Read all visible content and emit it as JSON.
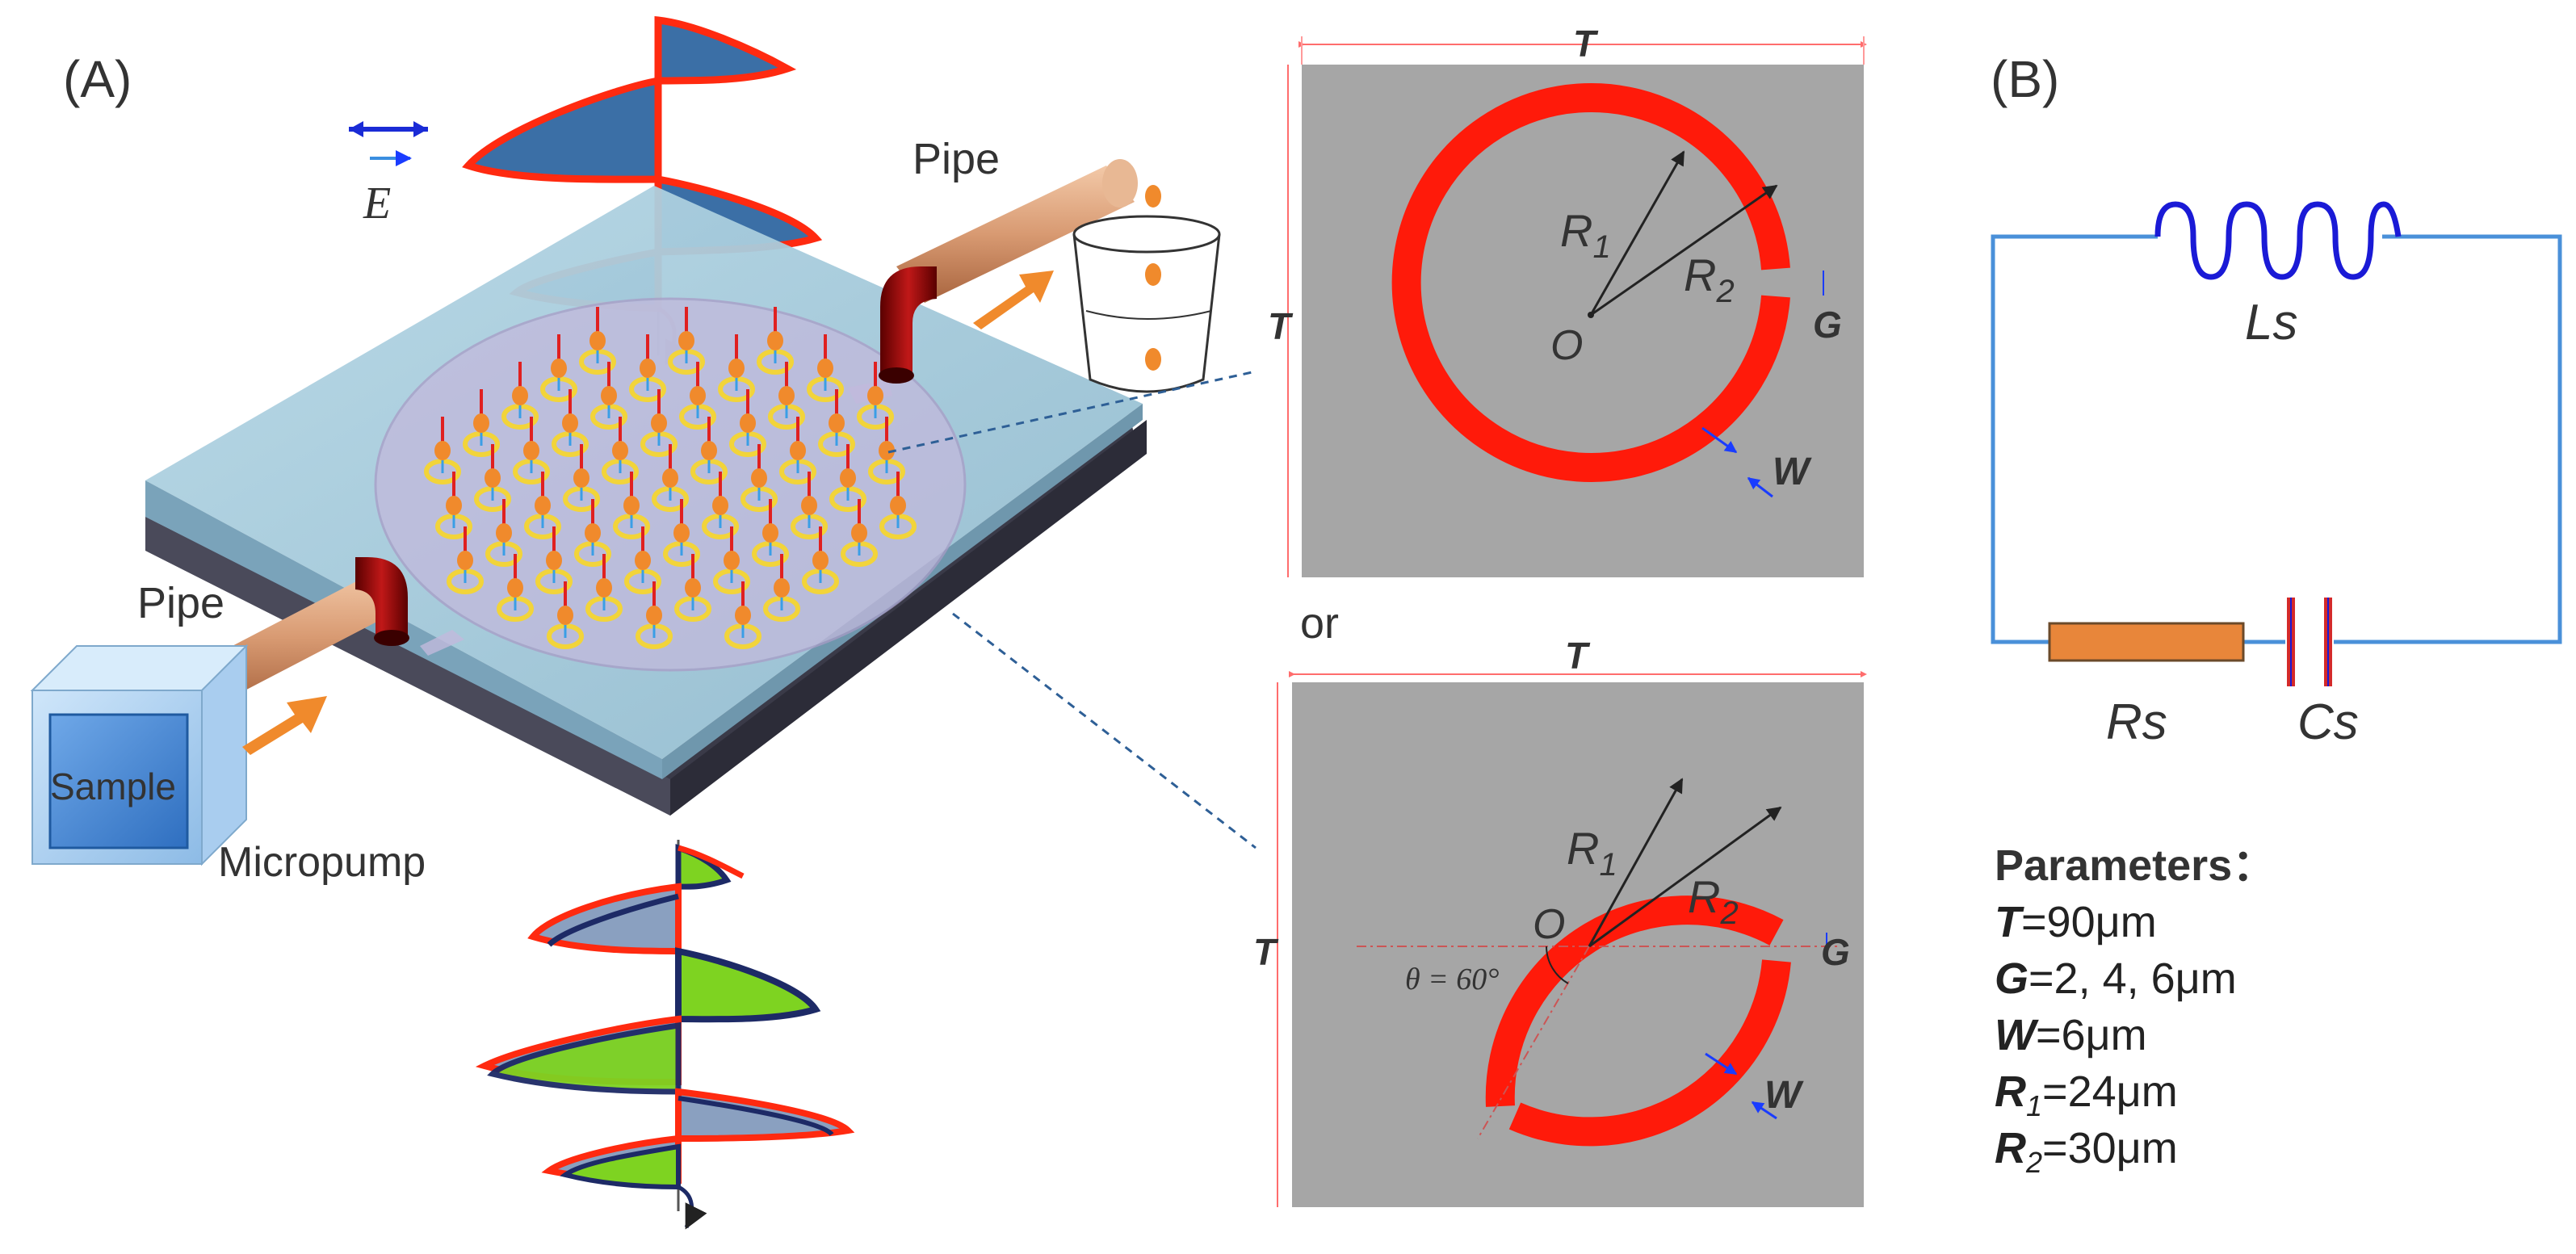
{
  "panel_a": {
    "label": "(A)",
    "field_label": "E",
    "pipe_top_label": "Pipe",
    "pipe_bottom_label": "Pipe",
    "sample_label": "Sample",
    "micropump_label": "Micropump",
    "or_label": "or"
  },
  "unit_cell_1": {
    "t_top": "T",
    "t_side": "T",
    "r1": "R",
    "r1_sub": "1",
    "r2": "R",
    "r2_sub": "2",
    "origin": "O",
    "gap": "G",
    "width": "W"
  },
  "unit_cell_2": {
    "t_top": "T",
    "t_side": "T",
    "r1": "R",
    "r1_sub": "1",
    "r2": "R",
    "r2_sub": "2",
    "origin": "O",
    "gap": "G",
    "width": "W",
    "angle": "θ = 60°"
  },
  "panel_b": {
    "label": "(B)",
    "inductor": "Ls",
    "resistor": "Rs",
    "capacitor": "Cs",
    "params_title": "Parameters：",
    "params": [
      {
        "sym": "T",
        "sub": "",
        "val": "=90μm"
      },
      {
        "sym": "G",
        "sub": "",
        "val": "=2, 4, 6μm"
      },
      {
        "sym": "W",
        "sub": "",
        "val": "=6μm"
      },
      {
        "sym": "R",
        "sub": "1",
        "val": "=24μm"
      },
      {
        "sym": "R",
        "sub": "2",
        "val": "=30μm"
      }
    ]
  },
  "colors": {
    "ring": "#ff1a0a",
    "cell_bg": "#a6a6a6",
    "wire": "#4a90d9",
    "resistor": "#e8863a",
    "capacitor": "#d42a2a",
    "inductor": "#1a1ad6",
    "wave_blue": "#2e5f96",
    "wave_green": "#7ed321",
    "arrow_orange": "#f08a2c"
  }
}
